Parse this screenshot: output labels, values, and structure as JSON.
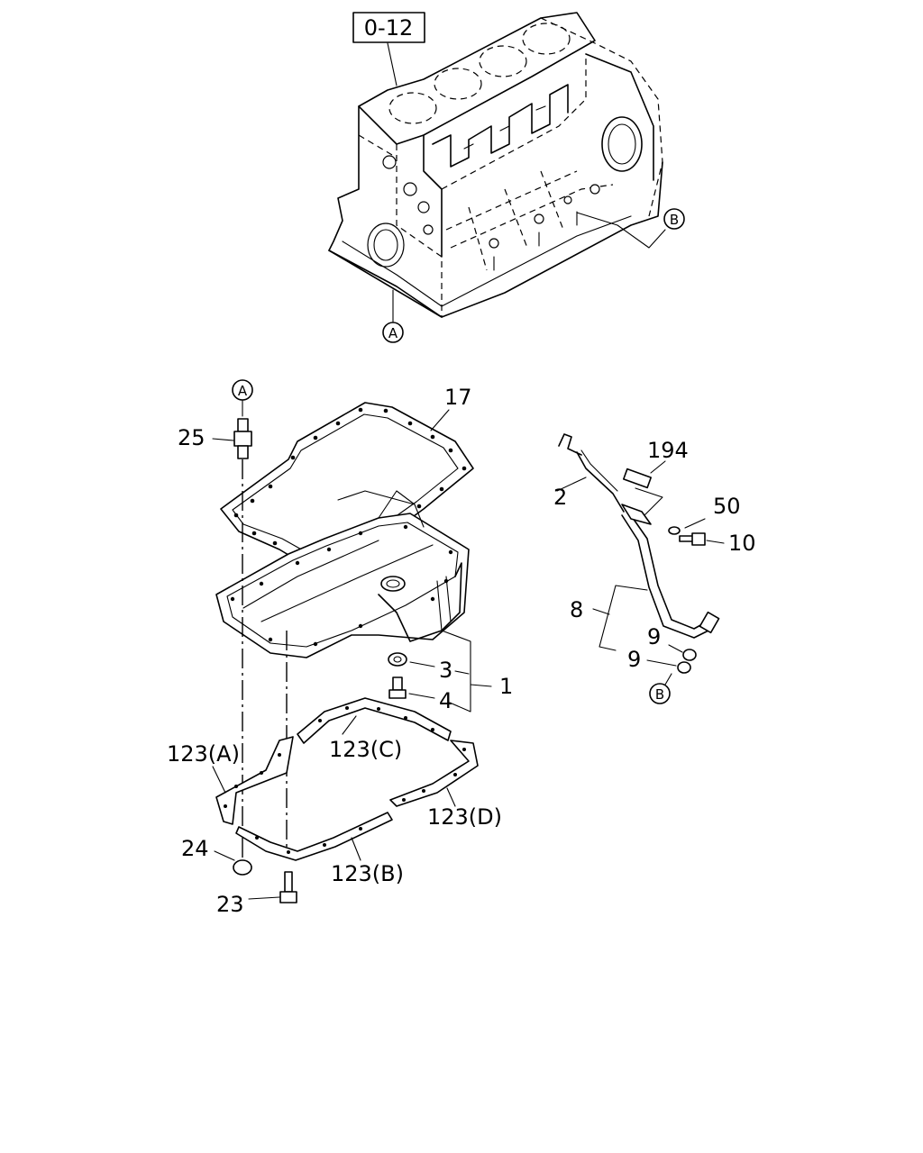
{
  "diagram": {
    "reference_box": "0-12",
    "connectors": {
      "a": "A",
      "b": "B"
    },
    "labels": {
      "p1": "1",
      "p2": "2",
      "p3": "3",
      "p4": "4",
      "p8": "8",
      "p9a": "9",
      "p9b": "9",
      "p10": "10",
      "p17": "17",
      "p23": "23",
      "p24": "24",
      "p25": "25",
      "p50": "50",
      "p194": "194",
      "p123a": "123(A)",
      "p123b": "123(B)",
      "p123c": "123(C)",
      "p123d": "123(D)"
    }
  }
}
